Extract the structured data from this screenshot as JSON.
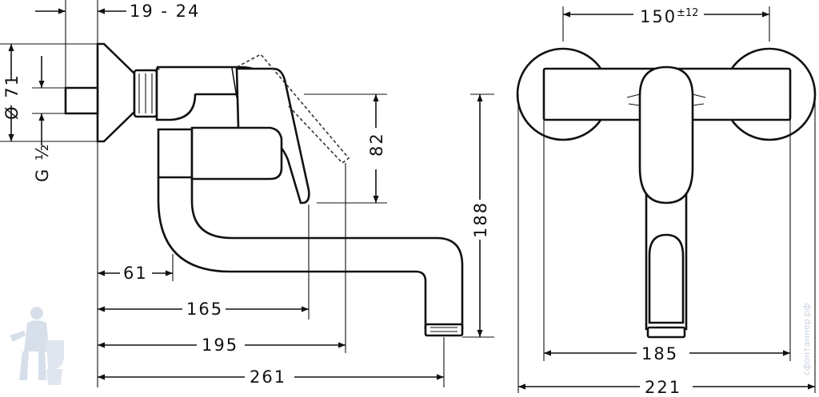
{
  "dimensions": {
    "nut_range": "19 - 24",
    "diameter_label": "Ø 71",
    "thread_label": "G ½",
    "offset_82": "82",
    "height_188": "188",
    "reach_61": "61",
    "reach_165": "165",
    "reach_195": "195",
    "reach_261": "261",
    "centers_150": "150",
    "centers_tolerance": "±12",
    "width_185": "185",
    "width_221": "221"
  },
  "watermark": {
    "text": "сфонтаннер.рф"
  },
  "colors": {
    "line": "#111111",
    "background": "#ffffff",
    "watermark": "#c9d3df"
  }
}
